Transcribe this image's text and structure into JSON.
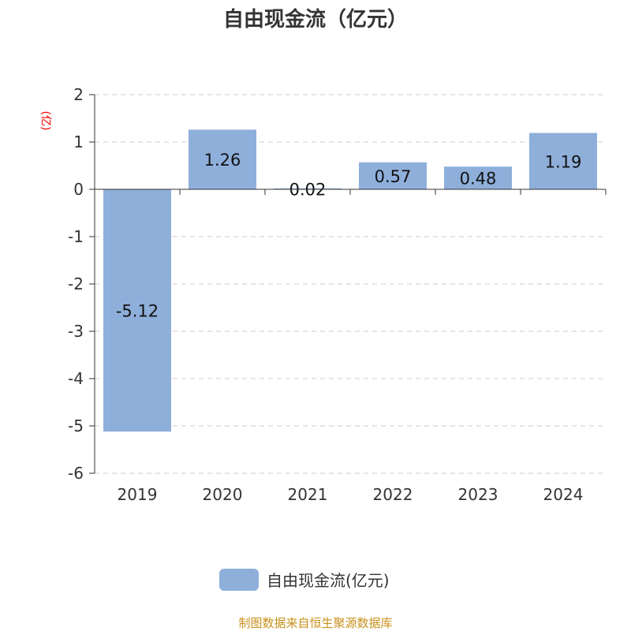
{
  "chart_data": {
    "type": "bar",
    "title": "自由现金流（亿元）",
    "ylabel": "(亿)",
    "xlabel": "",
    "categories": [
      "2019",
      "2020",
      "2021",
      "2022",
      "2023",
      "2024"
    ],
    "series": [
      {
        "name": "自由现金流(亿元)",
        "values": [
          -5.12,
          1.26,
          0.02,
          0.57,
          0.48,
          1.19
        ],
        "color": "#8fafdb"
      }
    ],
    "data_labels": [
      "-5.12",
      "1.26",
      "0.02",
      "0.57",
      "0.48",
      "1.19"
    ],
    "ylim": [
      -6,
      2
    ],
    "yticks": [
      2,
      1,
      0,
      -1,
      -2,
      -3,
      -4,
      -5,
      -6
    ],
    "grid": true,
    "legend": "bottom-center"
  },
  "footer": "制图数据来自恒生聚源数据库"
}
